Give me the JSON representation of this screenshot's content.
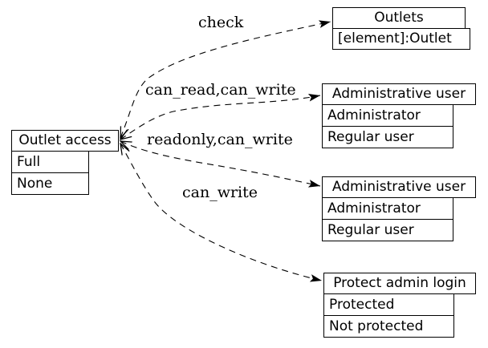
{
  "colors": {
    "background": "#ffffff",
    "line": "#000000",
    "text": "#000000"
  },
  "nodes": {
    "outlet_access": {
      "title": "Outlet access",
      "rows": [
        "Full",
        "None"
      ]
    },
    "outlets": {
      "title": "Outlets",
      "rows": [
        "[element]:Outlet"
      ]
    },
    "admin_user_top": {
      "title": "Administrative user",
      "rows": [
        "Administrator",
        "Regular user"
      ]
    },
    "admin_user_bottom": {
      "title": "Administrative user",
      "rows": [
        "Administrator",
        "Regular user"
      ]
    },
    "protect_admin_login": {
      "title": "Protect admin login",
      "rows": [
        "Protected",
        "Not protected"
      ]
    }
  },
  "edges": {
    "check": {
      "label": "check",
      "from": "outlet_access",
      "to": "outlets",
      "style": "dashed",
      "arrowheads": "both"
    },
    "can_read_can_write": {
      "label": "can_read,can_write",
      "from": "outlet_access",
      "to": "admin_user_top",
      "style": "dashed",
      "arrowheads": "both"
    },
    "readonly_can_write": {
      "label": "readonly,can_write",
      "from": "outlet_access",
      "to": "admin_user_bottom",
      "style": "dashed",
      "arrowheads": "both"
    },
    "can_write": {
      "label": "can_write",
      "from": "outlet_access",
      "to": "protect_admin_login",
      "style": "dashed",
      "arrowheads": "both"
    }
  }
}
